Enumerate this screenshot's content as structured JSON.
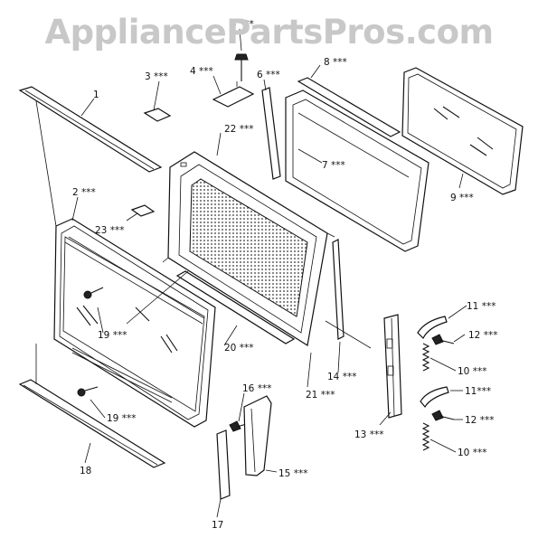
{
  "watermark": "AppliancePartsPros.com",
  "labels": [
    {
      "id": "1",
      "text": "1"
    },
    {
      "id": "2",
      "text": "2 ***"
    },
    {
      "id": "3",
      "text": "3 ***"
    },
    {
      "id": "4",
      "text": "4 ***"
    },
    {
      "id": "5",
      "text": "5 ***"
    },
    {
      "id": "6",
      "text": "6 ***"
    },
    {
      "id": "7",
      "text": "7 ***"
    },
    {
      "id": "8",
      "text": "8 ***"
    },
    {
      "id": "9",
      "text": "9 ***"
    },
    {
      "id": "10a",
      "text": "10 ***"
    },
    {
      "id": "10b",
      "text": "10 ***"
    },
    {
      "id": "11a",
      "text": "11 ***"
    },
    {
      "id": "11b",
      "text": "11***"
    },
    {
      "id": "12a",
      "text": "12 ***"
    },
    {
      "id": "12b",
      "text": "12 ***"
    },
    {
      "id": "13",
      "text": "13 ***"
    },
    {
      "id": "14",
      "text": "14 ***"
    },
    {
      "id": "15",
      "text": "15 ***"
    },
    {
      "id": "16",
      "text": "16 ***"
    },
    {
      "id": "17",
      "text": "17"
    },
    {
      "id": "18",
      "text": "18"
    },
    {
      "id": "19a",
      "text": "19 ***"
    },
    {
      "id": "19b",
      "text": "19 ***"
    },
    {
      "id": "20",
      "text": "20 ***"
    },
    {
      "id": "21",
      "text": "21 ***"
    },
    {
      "id": "22",
      "text": "22 ***"
    },
    {
      "id": "23",
      "text": "23 ***"
    }
  ]
}
